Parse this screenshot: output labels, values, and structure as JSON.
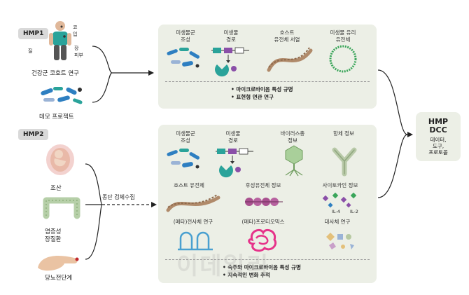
{
  "hmp1": {
    "tag": "HMP1",
    "cohort_label": "건강군 코호트 연구",
    "demo_label": "데모 프로젝트",
    "body_parts": {
      "nose": "코",
      "mouth": "입",
      "skin": "피부",
      "intestine": "장",
      "vagina": "질"
    },
    "panel": {
      "items": [
        {
          "label": "미생물군\n조성"
        },
        {
          "label": "미생물\n경로"
        },
        {
          "label": "호스트\n유전체 서열"
        },
        {
          "label": "미생물 유리\n유전체"
        }
      ],
      "bullets": [
        "마이크로바이옴 특성 규명",
        "표현형 연관 연구"
      ]
    }
  },
  "hmp2": {
    "tag": "HMP2",
    "left_labels": [
      "조산",
      "염증성\n장질환",
      "당뇨전단계"
    ],
    "arrow_label": "종단 검체수집",
    "panel": {
      "items": [
        {
          "label": "미생물군\n조성"
        },
        {
          "label": "미생물\n경로"
        },
        {
          "label": "바이러스총\n정보"
        },
        {
          "label": "항체 정보"
        },
        {
          "label": "호스트 유전체"
        },
        {
          "label": "후성유전체 정보"
        },
        {
          "label": "사이토카인 정보"
        },
        {
          "label": "(메타)전사체 연구"
        },
        {
          "label": "(메타)프로티오믹스"
        },
        {
          "label": "대사체 연구"
        }
      ],
      "cytokines": [
        "IL-4",
        "IL-2"
      ],
      "bullets": [
        "숙주와 마이크로바이옴 특성 규명",
        "지속적인 변화 추적"
      ]
    }
  },
  "dcc": {
    "title": "HMP\nDCC",
    "subtitle": "데이터,\n도구,\n프로토콜"
  },
  "watermark": "이데일리",
  "colors": {
    "panel": "#ecefe6",
    "tag": "#d9d9d9",
    "blue": "#2e7fc1",
    "teal": "#2aa39a",
    "purple": "#8a4fa8",
    "green": "#3aa55a",
    "pink": "#e6338a",
    "tan": "#b08a6a"
  }
}
